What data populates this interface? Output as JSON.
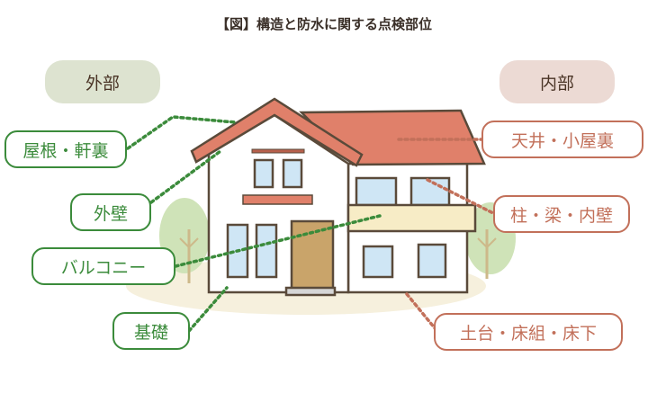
{
  "title": "【図】構造と防水に関する点検部位",
  "categories": {
    "exterior": "外部",
    "interior": "内部"
  },
  "exterior_labels": [
    "屋根・軒裏",
    "外壁",
    "バルコニー",
    "基礎"
  ],
  "interior_labels": [
    "天井・小屋裏",
    "柱・梁・内壁",
    "土台・床組・床下"
  ],
  "colors": {
    "exterior": "#3b8b3b",
    "interior": "#c2705a",
    "roof": "#e0806a",
    "balcony": "#f7ecc6"
  }
}
